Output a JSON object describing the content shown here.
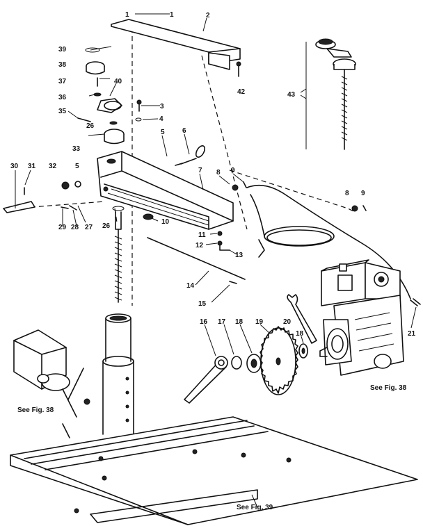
{
  "callouts": {
    "c1": "1",
    "c2": "2",
    "c3": "3",
    "c4": "4",
    "c5a": "5",
    "c5b": "5",
    "c6": "6",
    "c7": "7",
    "c8a": "8",
    "c8b": "8",
    "c9a": "9",
    "c9b": "9",
    "c10": "10",
    "c11": "11",
    "c12": "12",
    "c13": "13",
    "c14": "14",
    "c15": "15",
    "c16": "16",
    "c17": "17",
    "c18a": "18",
    "c18b": "18",
    "c19": "19",
    "c20": "20",
    "c21": "21",
    "c26a": "26",
    "c26b": "26",
    "c27": "27",
    "c28": "28",
    "c29": "29",
    "c30": "30",
    "c31": "31",
    "c32": "32",
    "c33": "33",
    "c35": "35",
    "c36": "36",
    "c37": "37",
    "c38": "38",
    "c39": "39",
    "c40": "40",
    "c42": "42",
    "c43": "43"
  },
  "references": {
    "fig38_right": "See Fig. 38",
    "fig38_left": "See Fig. 38",
    "fig39": "See Fig. 39"
  }
}
